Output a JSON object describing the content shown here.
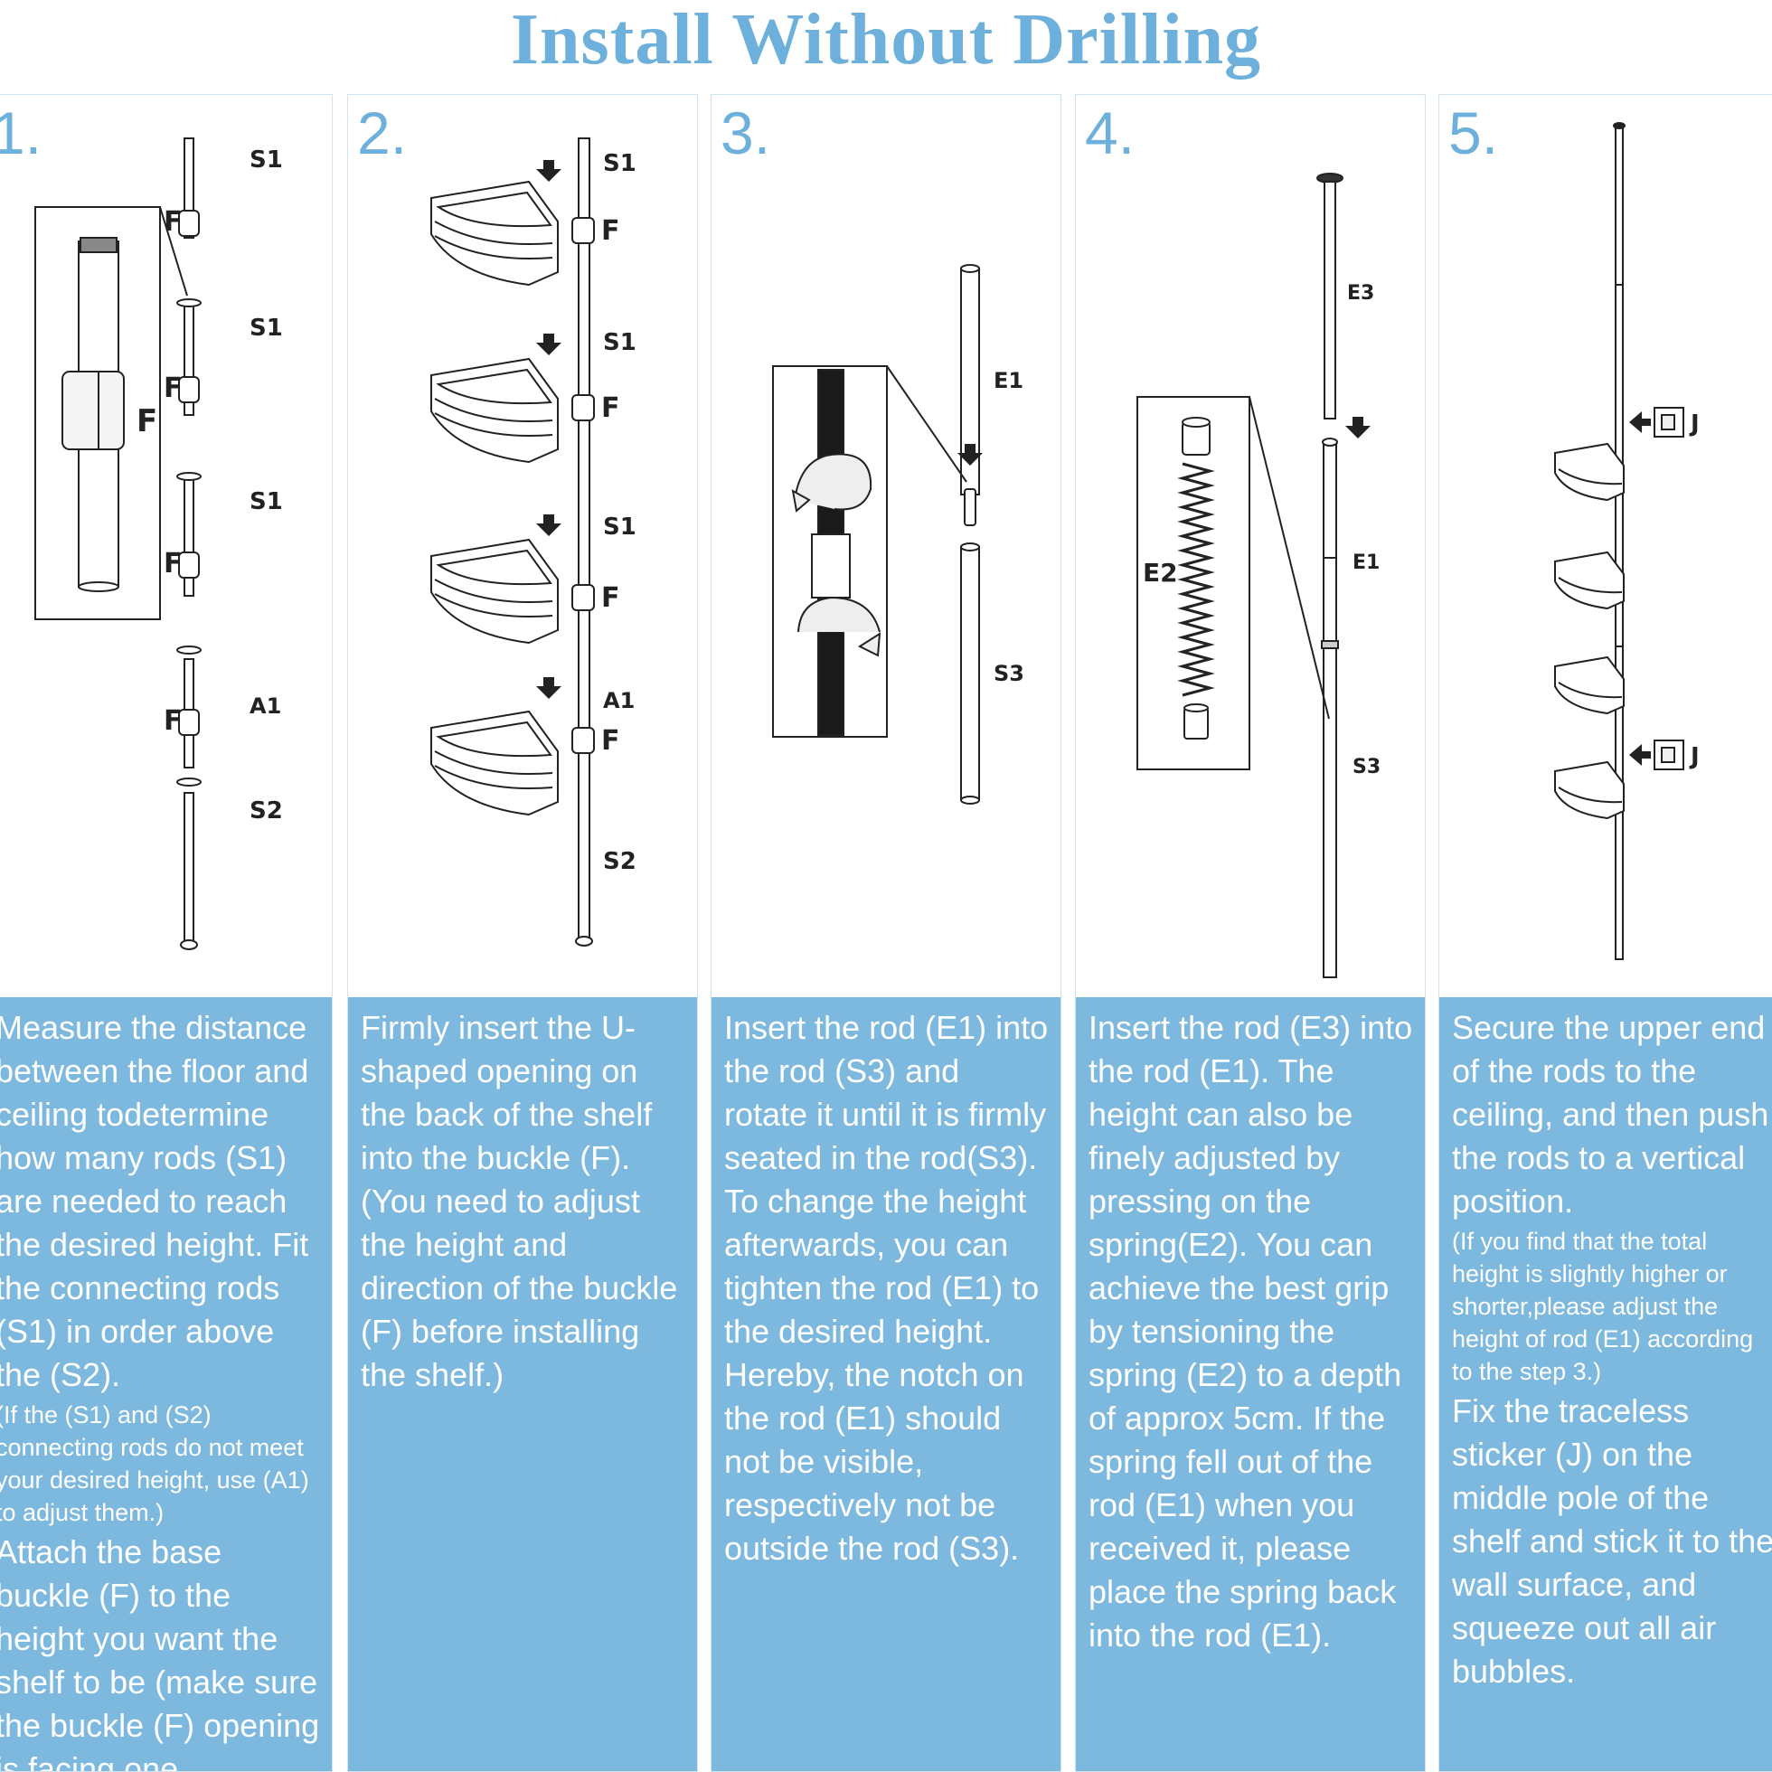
{
  "title": "Install Without Drilling",
  "steps": [
    {
      "number": "1.",
      "labels": {
        "s1a": "S1",
        "s1b": "S1",
        "s1c": "S1",
        "a1": "A1",
        "s2": "S2",
        "f1": "F",
        "f2": "F",
        "f3": "F",
        "f4": "F",
        "f_detail": "F"
      },
      "text1": "Measure the distance between the floor and ceiling todetermine how many rods (S1) are needed to reach the desired height. Fit the connecting rods (S1) in order above the (S2).",
      "note": "(If the (S1) and (S2) connecting rods do not meet your desired height, use (A1) to adjust them.)",
      "text2": "Attach the base buckle (F) to the height you want the shelf to be (make sure the buckle (F) opening is facing one direction)."
    },
    {
      "number": "2.",
      "labels": {
        "s1a": "S1",
        "s1b": "S1",
        "s1c": "S1",
        "a1": "A1",
        "s2": "S2",
        "f1": "F",
        "f2": "F",
        "f3": "F",
        "f4": "F"
      },
      "text1": "Firmly insert the U-shaped opening on the back of the shelf into the buckle (F). (You need to adjust the height and direction of the buckle (F) before installing the shelf.)"
    },
    {
      "number": "3.",
      "labels": {
        "e1": "E1",
        "s3": "S3"
      },
      "text1": "Insert the rod (E1) into the rod (S3) and rotate it until it is firmly seated in the rod(S3). To change the height afterwards, you can tighten the rod (E1) to the desired height. Hereby, the notch on the rod (E1) should not be visible, respectively not be outside the rod (S3)."
    },
    {
      "number": "4.",
      "labels": {
        "e3": "E3",
        "e1": "E1",
        "s3": "S3",
        "e2": "E2"
      },
      "text1": "Insert the rod (E3) into the rod (E1). The height can also be finely adjusted by pressing on the spring(E2). You can achieve the best grip by tensioning the spring (E2) to a depth of approx 5cm. If the spring fell out of the rod (E1) when you received it, please place the spring back into the rod (E1)."
    },
    {
      "number": "5.",
      "labels": {
        "j1": "J",
        "j2": "J"
      },
      "text1": "Secure the upper end of the rods to the ceiling, and then push the rods to a vertical position.",
      "note": "(If you find that the total height is slightly higher or shorter,please adjust the height of rod (E1) according to the step 3.)",
      "text2": "Fix the traceless sticker (J) on the middle pole of the shelf and stick it to the wall surface, and squeeze out all air bubbles."
    }
  ],
  "colors": {
    "accent": "#6cb0db",
    "panel_text_bg": "#7db8de",
    "line": "#222222"
  }
}
